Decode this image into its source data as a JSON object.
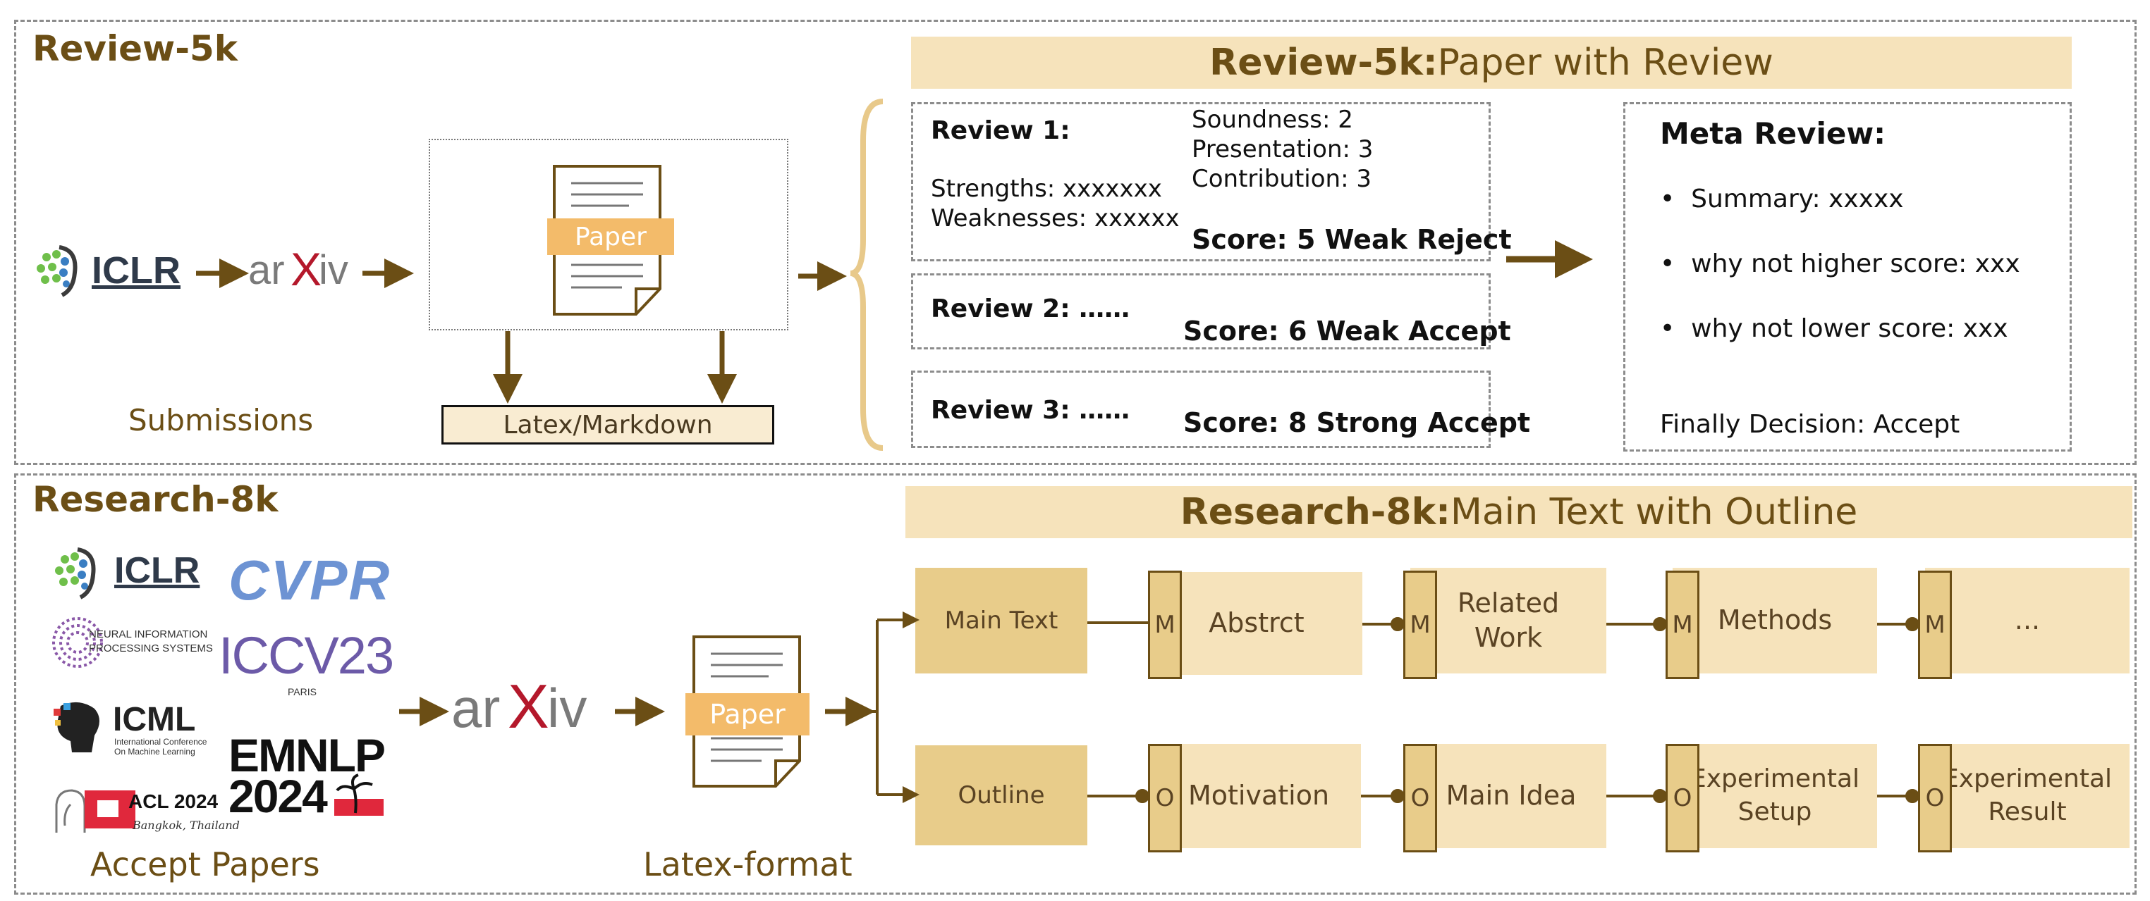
{
  "top": {
    "title": "Review-5k",
    "submissions_label": "Submissions",
    "logos": {
      "iclr": "ICLR",
      "arxiv_a": "ar",
      "arxiv_x": "X",
      "arxiv_b": "iv"
    },
    "paper_label": "Paper",
    "latex_label": "Latex/Markdown",
    "banner": {
      "bold": "Review-5k:",
      "rest": " Paper with Review"
    },
    "reviews": [
      {
        "title": "Review 1:",
        "strengths": "Strengths: xxxxxxx",
        "weaknesses": "Weaknesses: xxxxxx",
        "soundness": "Soundness: 2",
        "presentation": "Presentation: 3",
        "contribution": "Contribution: 3",
        "score_label": "Score:",
        "score_value": " 5 Weak Reject"
      },
      {
        "title": "Review 2: ……",
        "score_label": "Score:",
        "score_value": " 6 Weak Accept"
      },
      {
        "title": "Review 3: ……",
        "score_label": "Score:",
        "score_value": " 8 Strong Accept"
      }
    ],
    "meta": {
      "title": "Meta Review:",
      "items": [
        "Summary: xxxxx",
        "why not higher score: xxx",
        "why not lower score: xxx"
      ],
      "decision": "Finally Decision: Accept"
    }
  },
  "bottom": {
    "title": "Research-8k",
    "accept_label": "Accept Papers",
    "latex_label": "Latex-format",
    "paper_label": "Paper",
    "banner": {
      "bold": "Research-8k:",
      "rest": " Main Text with Outline"
    },
    "logos": {
      "iclr": "ICLR",
      "cvpr": "CVPR",
      "neurips_line1": "NEURAL INFORMATION",
      "neurips_line2": "PROCESSING SYSTEMS",
      "iccv": "ICCV23",
      "iccv_sub": "PARIS",
      "icml": "ICML",
      "icml_sub1": "International Conference",
      "icml_sub2": "On Machine Learning",
      "emnlp": "EMNLP",
      "emnlp_year": "2024",
      "acl": "ACL 2024",
      "acl_sub": "Bangkok, Thailand",
      "arxiv_a": "ar",
      "arxiv_x": "X",
      "arxiv_b": "iv"
    },
    "main_row": {
      "label": "Main Text",
      "tag": "M",
      "items": [
        "Abstrct",
        "Related\nWork",
        "Methods",
        "..."
      ]
    },
    "outline_row": {
      "label": "Outline",
      "tag": "O",
      "items": [
        "Motivation",
        "Main Idea",
        "Experimental\nSetup",
        "Experimental\nResult"
      ]
    }
  },
  "colors": {
    "accent_brown": "#6b4e15",
    "banner_bg": "#f6e3bb",
    "chip_dark": "#e8cc8a",
    "paper_orange": "#f3bb6a",
    "arrow": "#6b4e15"
  }
}
